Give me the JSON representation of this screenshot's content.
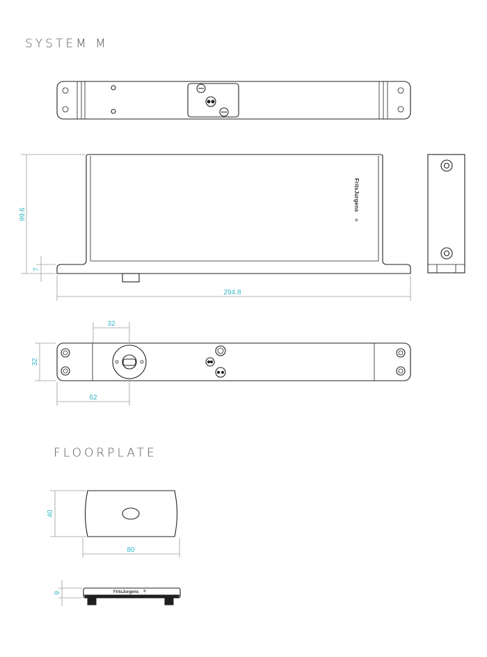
{
  "sections": {
    "system_m": {
      "title": "SYSTEM M"
    },
    "floorplate": {
      "title": "FLOORPLATE"
    }
  },
  "brand": {
    "logo_text": "FritsJurgens",
    "mark": "®"
  },
  "dimensions": {
    "height_total": "99.6",
    "base_height": "7",
    "length_total": "294.8",
    "pivot_offset": "32",
    "width": "32",
    "pivot_distance": "62",
    "floorplate_width": "40",
    "floorplate_length": "80",
    "floorplate_height": "9"
  },
  "colors": {
    "line": "#1f1f1f",
    "dimension_line": "#9a9a9a",
    "dimension_text": "#2fb5c6",
    "title": "#555555"
  }
}
